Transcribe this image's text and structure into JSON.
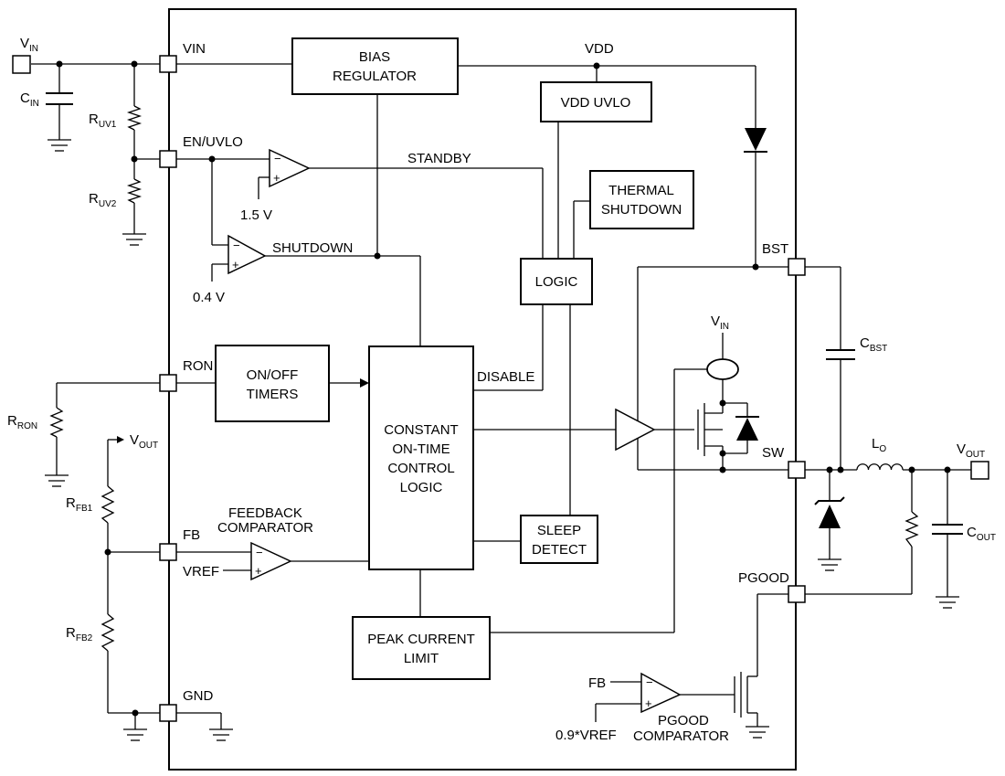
{
  "pins": {
    "vin": "VIN",
    "en_uvlo": "EN/UVLO",
    "ron": "RON",
    "fb": "FB",
    "gnd": "GND",
    "bst": "BST",
    "sw": "SW",
    "pgood": "PGOOD"
  },
  "blocks": {
    "bias_regulator": [
      "BIAS",
      "REGULATOR"
    ],
    "vdd_uvlo": "VDD UVLO",
    "thermal_shutdown": [
      "THERMAL",
      "SHUTDOWN"
    ],
    "logic": "LOGIC",
    "on_off_timers": [
      "ON/OFF",
      "TIMERS"
    ],
    "cot_logic": [
      "CONSTANT",
      "ON-TIME",
      "CONTROL",
      "LOGIC"
    ],
    "sleep_detect": [
      "SLEEP",
      "DETECT"
    ],
    "peak_current_limit": [
      "PEAK CURRENT",
      "LIMIT"
    ]
  },
  "signals": {
    "vdd": "VDD",
    "standby": "STANDBY",
    "shutdown": "SHUTDOWN",
    "disable": "DISABLE",
    "vref": "VREF",
    "fb_in": "FB",
    "ref_1v5": "1.5 V",
    "ref_0v4": "0.4 V",
    "ref_pgood": "0.9*VREF",
    "feedback_comparator": [
      "FEEDBACK",
      "COMPARATOR"
    ],
    "pgood_comparator": [
      "PGOOD",
      "COMPARATOR"
    ],
    "minus": "−",
    "plus": "+"
  },
  "components": {
    "vin_ext": {
      "main": "V",
      "sub": "IN"
    },
    "cin": {
      "main": "C",
      "sub": "IN"
    },
    "ruv1": {
      "main": "R",
      "sub": "UV1"
    },
    "ruv2": {
      "main": "R",
      "sub": "UV2"
    },
    "rron": {
      "main": "R",
      "sub": "RON"
    },
    "vout_fb": {
      "main": "V",
      "sub": "OUT"
    },
    "rfb1": {
      "main": "R",
      "sub": "FB1"
    },
    "rfb2": {
      "main": "R",
      "sub": "FB2"
    },
    "vin_int": {
      "main": "V",
      "sub": "IN"
    },
    "cbst": {
      "main": "C",
      "sub": "BST"
    },
    "lo": {
      "main": "L",
      "sub": "O"
    },
    "vout_ext": {
      "main": "V",
      "sub": "OUT"
    },
    "cout": {
      "main": "C",
      "sub": "OUT"
    }
  }
}
